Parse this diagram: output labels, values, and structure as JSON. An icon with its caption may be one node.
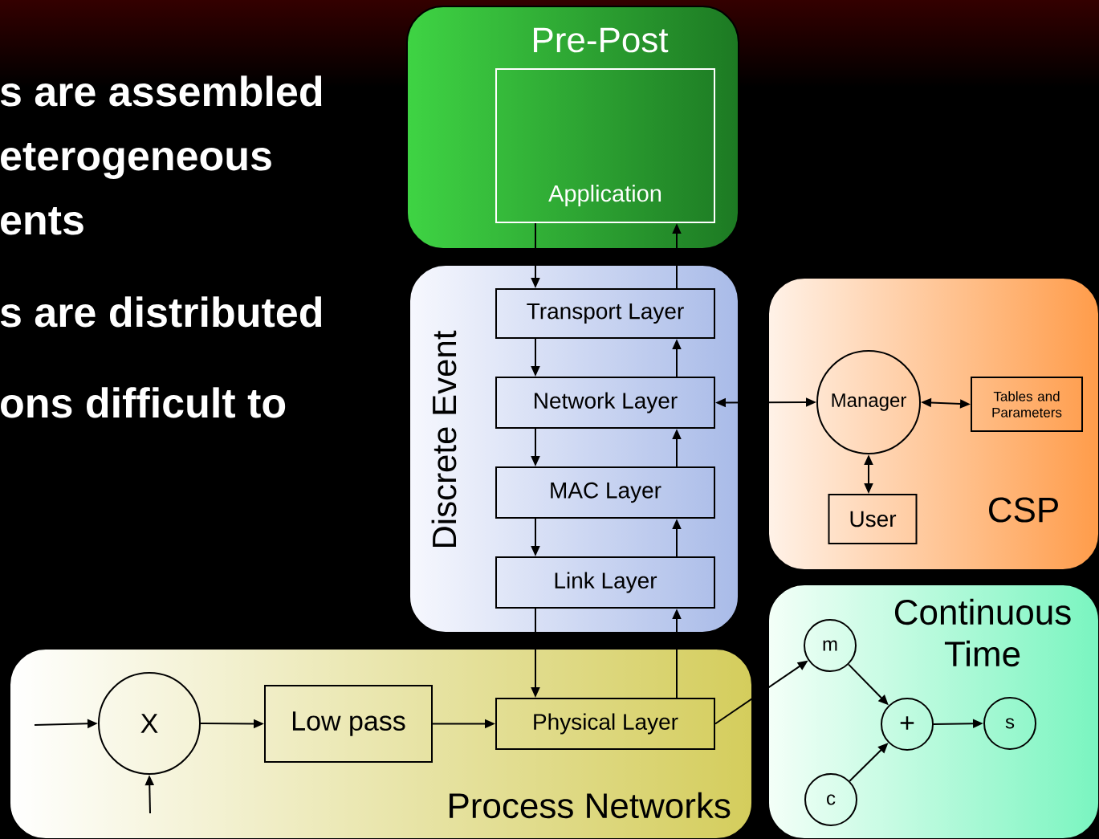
{
  "diagram": {
    "nodes": [
      {
        "text": [
          "Pre-Post"
        ]
      },
      {
        "text": [
          "Application"
        ],
        "in": 0
      },
      {
        "text": [
          "Discrete Event"
        ]
      },
      {
        "text": [
          "Transport Layer"
        ],
        "in": 2
      },
      {
        "text": [
          "Network Layer"
        ],
        "in": 2
      },
      {
        "text": [
          "MAC Layer"
        ],
        "in": 2
      },
      {
        "text": [
          "Link Layer"
        ],
        "in": 2
      },
      {
        "text": [
          "CSP"
        ]
      },
      {
        "text": [
          "Manager"
        ],
        "in": 7
      },
      {
        "text": [
          "Tables and Parameters"
        ],
        "in": 7
      },
      {
        "text": [
          "User"
        ],
        "in": 7
      },
      {
        "text": [
          "Process Networks"
        ]
      },
      {
        "text": [
          "X"
        ],
        "in": 11
      },
      {
        "text": [
          "Low pass"
        ],
        "in": 11
      },
      {
        "text": [
          "Physical Layer"
        ],
        "in": 11
      },
      {
        "text": [
          "Continuous Time"
        ]
      },
      {
        "text": [
          "m"
        ],
        "in": 15
      },
      {
        "text": [
          "+"
        ],
        "in": 15
      },
      {
        "text": [
          "s"
        ],
        "in": 15
      },
      {
        "text": [
          "c"
        ],
        "in": 15
      }
    ],
    "edges": [
      {
        "from": 1,
        "to": 3,
        "arrow": "to"
      },
      {
        "from": 3,
        "to": 1,
        "arrow": "to"
      },
      {
        "from": 3,
        "to": 4,
        "arrow": "to"
      },
      {
        "from": 4,
        "to": 3,
        "arrow": "to"
      },
      {
        "from": 4,
        "to": 5,
        "arrow": "to"
      },
      {
        "from": 5,
        "to": 4,
        "arrow": "to"
      },
      {
        "from": 5,
        "to": 6,
        "arrow": "to"
      },
      {
        "from": 6,
        "to": 5,
        "arrow": "to"
      },
      {
        "from": 6,
        "to": 14,
        "arrow": "to"
      },
      {
        "from": 14,
        "to": 6,
        "arrow": "to"
      },
      {
        "from": 4,
        "to": 8,
        "arrow": "both"
      },
      {
        "from": 8,
        "to": 9,
        "arrow": "both"
      },
      {
        "from": 8,
        "to": 10,
        "arrow": "both"
      },
      {
        "from": null,
        "to": 12,
        "arrow": "to"
      },
      {
        "from": null,
        "to": 12,
        "arrow": "to"
      },
      {
        "from": 12,
        "to": 13,
        "arrow": "to"
      },
      {
        "from": 13,
        "to": 14,
        "arrow": "to"
      },
      {
        "from": 14,
        "to": 16,
        "arrow": "to"
      },
      {
        "from": 16,
        "to": 17,
        "arrow": "to"
      },
      {
        "from": 19,
        "to": 17,
        "arrow": "to"
      },
      {
        "from": 17,
        "to": 18,
        "arrow": "to"
      }
    ],
    "labels": [
      "s are assembled",
      "eterogeneous",
      "ents",
      "s are distributed",
      "ons difficult to"
    ]
  }
}
